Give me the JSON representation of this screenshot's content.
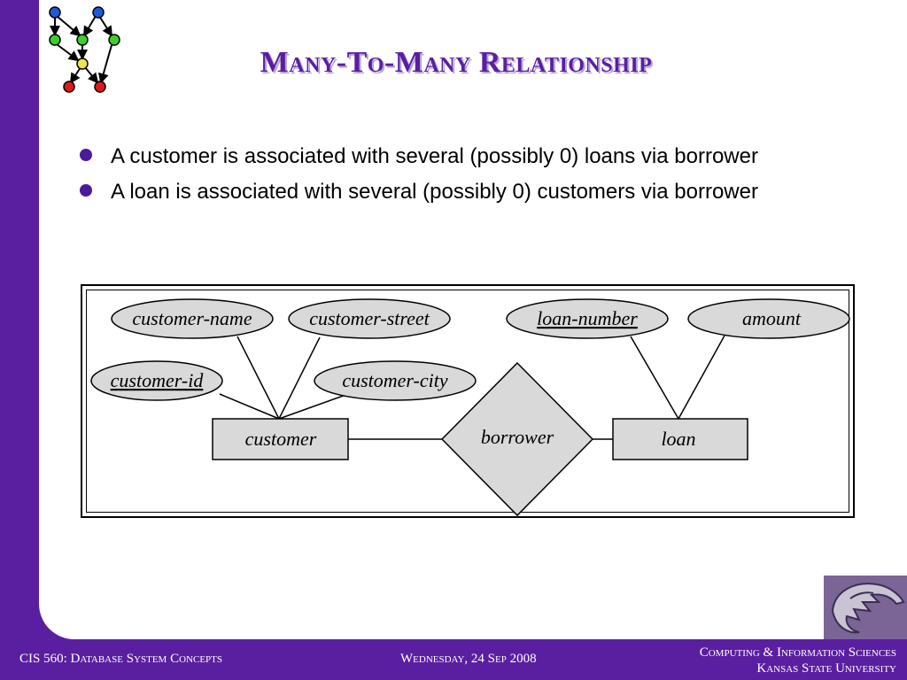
{
  "slide": {
    "title": "Many-To-Many Relationship",
    "bullets": [
      "A customer is associated with several (possibly 0) loans via borrower",
      "A loan is associated with several (possibly 0) customers via borrower"
    ]
  },
  "diagram": {
    "attributes": {
      "customer_name": "customer-name",
      "customer_street": "customer-street",
      "customer_id": "customer-id",
      "customer_city": "customer-city",
      "loan_number": "loan-number",
      "amount": "amount"
    },
    "entities": {
      "customer": "customer",
      "loan": "loan"
    },
    "relationship": "borrower"
  },
  "footer": {
    "course": "CIS 560: Database System Concepts",
    "date": "Wednesday, 24 Sep 2008",
    "dept_line1": "Computing & Information Sciences",
    "dept_line2": "Kansas State University"
  },
  "colors": {
    "brand": "#5a1fa0",
    "bullet": "#4b1a9a",
    "shape_fill": "#d9d9d9"
  }
}
